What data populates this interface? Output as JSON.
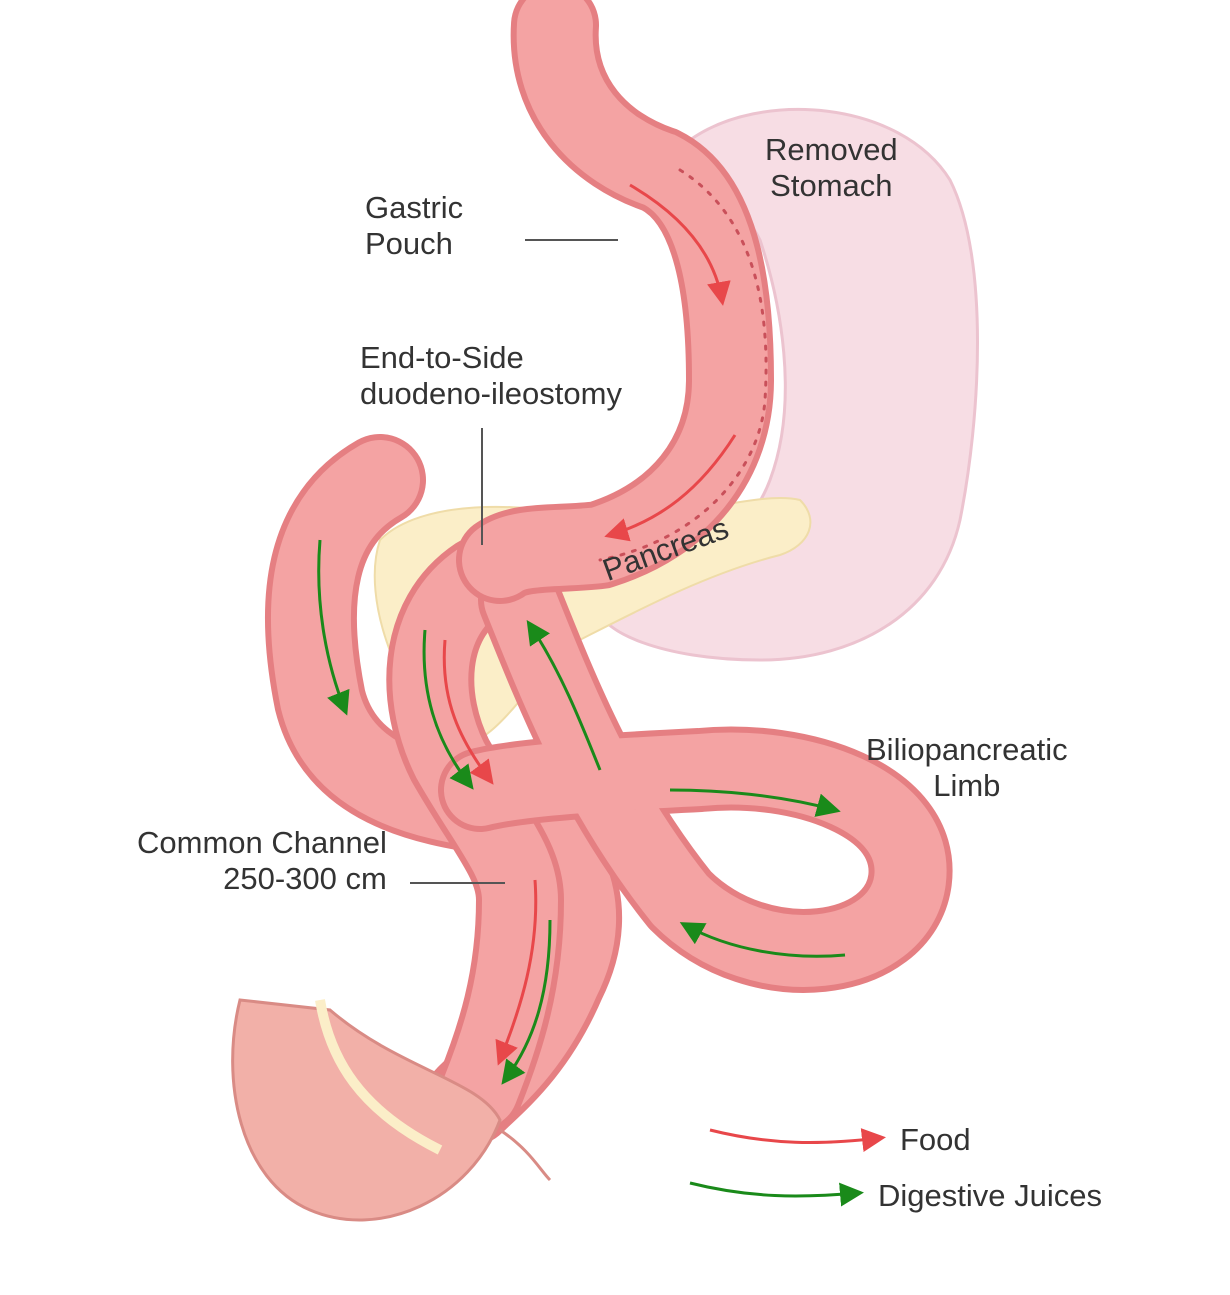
{
  "labels": {
    "removed_stomach": [
      "Removed",
      "Stomach"
    ],
    "gastric_pouch": [
      "Gastric",
      "Pouch"
    ],
    "anastomosis": [
      "End-to-Side",
      "duodeno-ileostomy"
    ],
    "pancreas": "Pancreas",
    "biliopancreatic_limb": [
      "Biliopancreatic",
      "Limb"
    ],
    "common_channel": [
      "Common Channel",
      "250-300 cm"
    ]
  },
  "legend": {
    "food": "Food",
    "digestive_juices": "Digestive Juices"
  },
  "colors": {
    "intestine": "#f4a3a3",
    "intestine_dark": "#e57f82",
    "stomach": "#f7dde4",
    "pancreas": "#fbeec8",
    "food_arrow": "#e8474a",
    "juice_arrow": "#1a8a1a"
  }
}
